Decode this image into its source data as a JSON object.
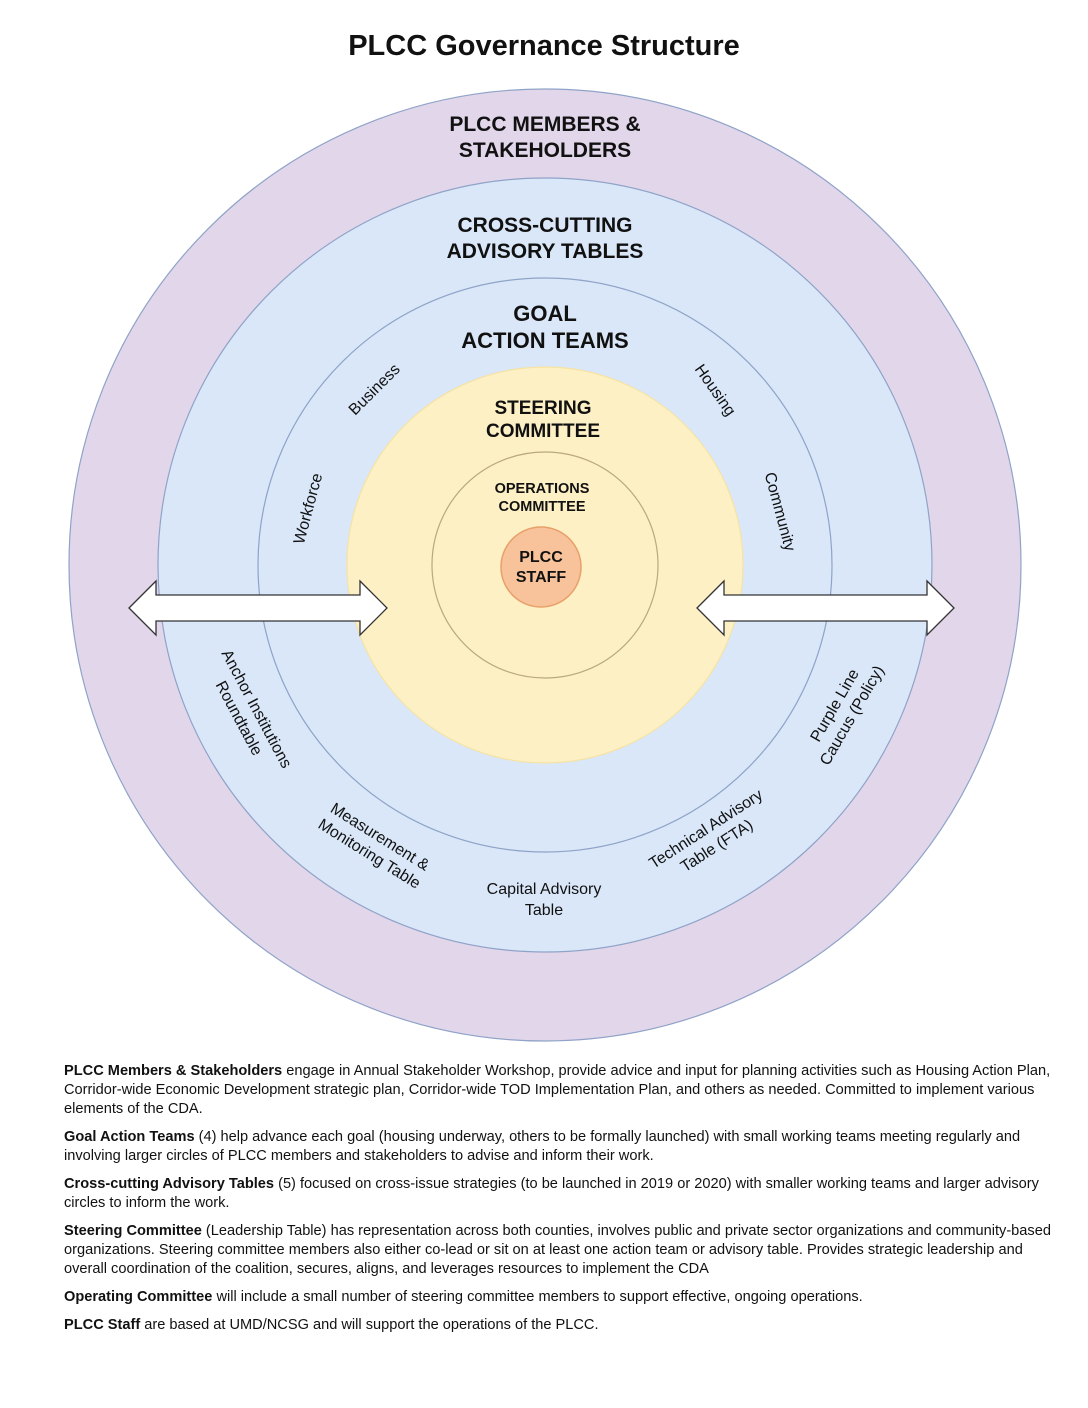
{
  "title": "PLCC Governance Structure",
  "colors": {
    "outer_ring": "#e2d6ea",
    "advisory_ring": "#d9e7f8",
    "steering_circle": "#fdf0c4",
    "staff_circle": "#f8c39a",
    "ring_border": "#8fa3c8"
  },
  "diagram": {
    "outer": {
      "line1": "PLCC MEMBERS &",
      "line2": "STAKEHOLDERS"
    },
    "advisory": {
      "line1": "CROSS-CUTTING",
      "line2": "ADVISORY TABLES"
    },
    "goal": {
      "line1": "GOAL",
      "line2": "ACTION TEAMS"
    },
    "steering": {
      "line1": "STEERING",
      "line2": "COMMITTEE"
    },
    "operations": {
      "line1": "OPERATIONS",
      "line2": "COMMITTEE"
    },
    "staff": {
      "line1": "PLCC",
      "line2": "STAFF"
    },
    "goal_teams": [
      "Business",
      "Housing",
      "Workforce",
      "Community"
    ],
    "advisory_tables": {
      "anchor": [
        "Anchor Institutions",
        "Roundtable"
      ],
      "measurement": [
        "Measurement &",
        "Monitoring Table"
      ],
      "capital": [
        "Capital Advisory",
        "Table"
      ],
      "technical": [
        "Technical Advisory",
        "Table (FTA)"
      ],
      "purple": [
        "Purple Line",
        "Caucus (Policy)"
      ]
    }
  },
  "descriptions": [
    {
      "term": "PLCC Members & Stakeholders",
      "text": " engage in Annual Stakeholder Workshop, provide advice and input for planning activities such as Housing Action Plan, Corridor-wide Economic Development strategic plan, Corridor-wide TOD Implementation Plan, and others as needed. Committed to implement various elements of the CDA."
    },
    {
      "term": "Goal Action Teams",
      "text": " (4) help advance each goal (housing underway, others to be formally launched) with small working teams meeting regularly and involving larger circles of PLCC members and stakeholders to advise and inform their work."
    },
    {
      "term": "Cross-cutting Advisory Tables",
      "text": " (5) focused on cross-issue strategies (to be launched in 2019 or 2020) with smaller working teams and larger advisory circles to inform the work."
    },
    {
      "term": "Steering Committee",
      "text": " (Leadership Table) has representation across both counties, involves public and private sector organizations and community-based organizations. Steering committee members also either co-lead or sit on at least one action team or advisory table. Provides strategic leadership and overall coordination of the coalition, secures, aligns, and leverages resources to implement the CDA"
    },
    {
      "term": "Operating Committee",
      "text": " will include a small number of steering committee members to support effective, ongoing operations."
    },
    {
      "term": "PLCC Staff",
      "text": " are based at UMD/NCSG and will support the operations of the PLCC."
    }
  ]
}
